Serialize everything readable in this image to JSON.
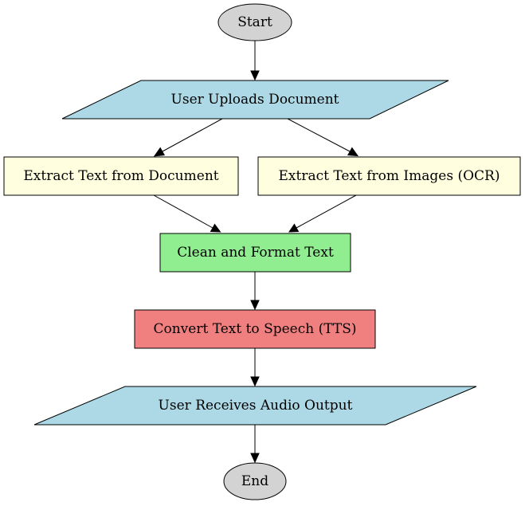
{
  "diagram": {
    "nodes": {
      "start": {
        "label": "Start",
        "shape": "ellipse",
        "fill": "#d3d3d3"
      },
      "upload": {
        "label": "User Uploads Document",
        "shape": "parallelogram",
        "fill": "#add8e6"
      },
      "extract_doc": {
        "label": "Extract Text from Document",
        "shape": "rectangle",
        "fill": "#ffffe0"
      },
      "extract_ocr": {
        "label": "Extract Text from Images (OCR)",
        "shape": "rectangle",
        "fill": "#ffffe0"
      },
      "clean": {
        "label": "Clean and Format Text",
        "shape": "rectangle",
        "fill": "#90ee90"
      },
      "tts": {
        "label": "Convert Text to Speech (TTS)",
        "shape": "rectangle",
        "fill": "#f08080"
      },
      "receive": {
        "label": "User Receives Audio Output",
        "shape": "parallelogram",
        "fill": "#add8e6"
      },
      "end": {
        "label": "End",
        "shape": "ellipse",
        "fill": "#d3d3d3"
      }
    },
    "edges": [
      {
        "from": "start",
        "to": "upload"
      },
      {
        "from": "upload",
        "to": "extract_doc"
      },
      {
        "from": "upload",
        "to": "extract_ocr"
      },
      {
        "from": "extract_doc",
        "to": "clean"
      },
      {
        "from": "extract_ocr",
        "to": "clean"
      },
      {
        "from": "clean",
        "to": "tts"
      },
      {
        "from": "tts",
        "to": "receive"
      },
      {
        "from": "receive",
        "to": "end"
      }
    ]
  }
}
